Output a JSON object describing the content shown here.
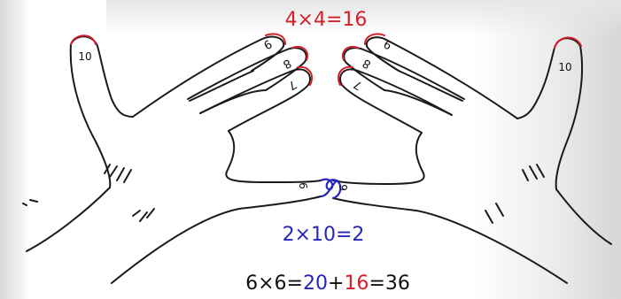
{
  "colors": {
    "red": "#d4202a",
    "blue": "#2626b8",
    "black": "#111111",
    "outline": "#1a1a1a"
  },
  "equations": {
    "top": "4×4=16",
    "middle": "2×10=2",
    "bottom": {
      "lhs": "6×6=",
      "tens": "20",
      "plus": "+",
      "units": "16",
      "rhs": "=36"
    }
  },
  "finger_labels": {
    "left_thumb": "10",
    "left_index": "9",
    "left_middle": "8",
    "left_ring": "7",
    "left_pinky": "6",
    "right_thumb": "10",
    "right_index": "9",
    "right_middle": "8",
    "right_ring": "7",
    "right_pinky": "6"
  }
}
